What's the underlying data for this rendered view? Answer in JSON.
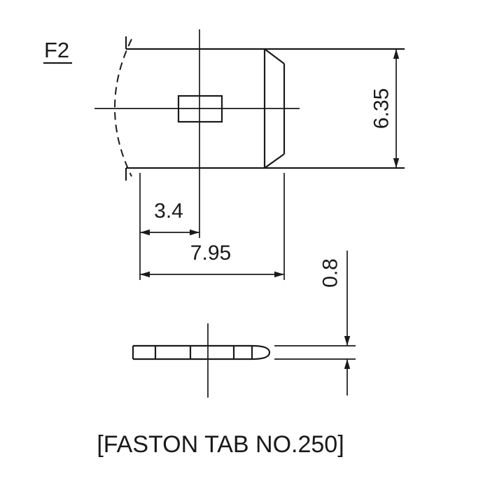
{
  "figure": {
    "label": "F2",
    "caption": "[FASTON TAB NO.250]"
  },
  "dimensions": {
    "width": "6.35",
    "hole_offset": "3.4",
    "length": "7.95",
    "thickness": "0.8"
  },
  "colors": {
    "line": "#1a1a1a",
    "background": "#ffffff"
  }
}
